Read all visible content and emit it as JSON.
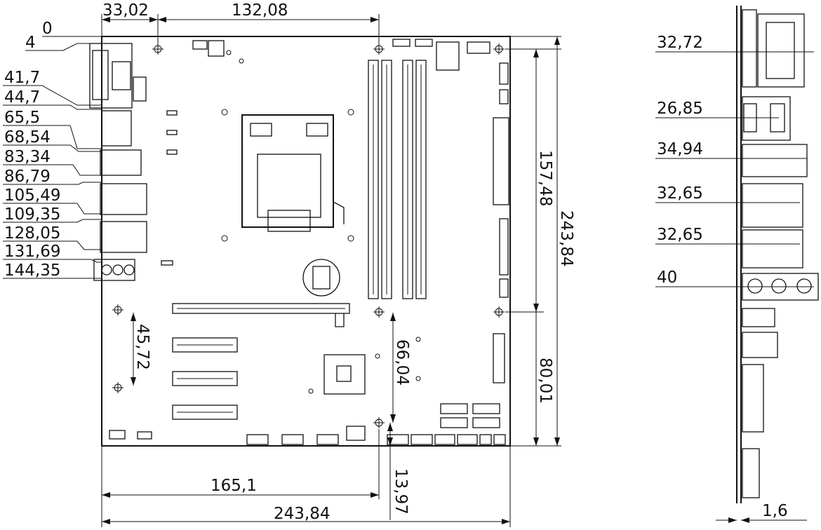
{
  "top_dimensions": {
    "left_offset": "33,02",
    "span": "132,08"
  },
  "origin_label": "0",
  "left_dimensions": [
    "4",
    "41,7",
    "44,7",
    "65,5",
    "68,54",
    "83,34",
    "86,79",
    "105,49",
    "109,35",
    "128,05",
    "131,69",
    "144,35"
  ],
  "board_vertical_dimensions": {
    "hole_span_right": "157,48",
    "board_height": "243,84",
    "lower_hole_span": "80,01",
    "mid_hole_span": "66,04",
    "left_hole_span": "45,72",
    "bottom_offset": "13,97"
  },
  "board_horizontal_dimensions": {
    "hole_span": "165,1",
    "board_width": "243,84"
  },
  "side_view_dimensions": [
    "32,72",
    "26,85",
    "34,94",
    "32,65",
    "32,65",
    "40"
  ],
  "side_view_thickness": "1,6"
}
